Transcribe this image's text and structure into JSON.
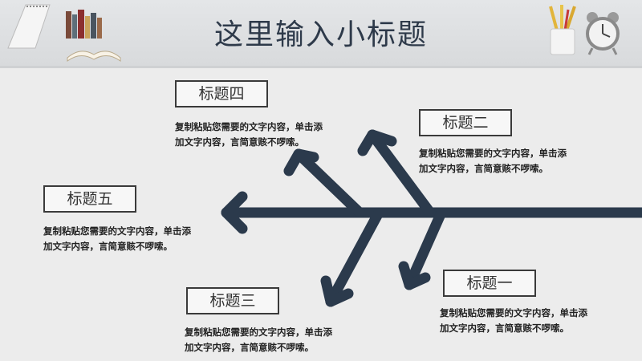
{
  "page": {
    "title": "这里输入小标题"
  },
  "topics": [
    {
      "id": "topic-1",
      "heading": "标题一",
      "text_line1": "复制粘贴您需要的文字内容，单击添",
      "text_line2": "加文字内容，言简意赅不啰嗦。"
    },
    {
      "id": "topic-2",
      "heading": "标题二",
      "text_line1": "复制粘贴您需要的文字内容，单击添",
      "text_line2": "加文字内容，言简意赅不啰嗦。"
    },
    {
      "id": "topic-3",
      "heading": "标题三",
      "text_line1": "复制粘贴您需要的文字内容，单击添",
      "text_line2": "加文字内容，言简意赅不啰嗦。"
    },
    {
      "id": "topic-4",
      "heading": "标题四",
      "text_line1": "复制粘贴您需要的文字内容，单击添",
      "text_line2": "加文字内容，言简意赅不啰嗦。"
    },
    {
      "id": "topic-5",
      "heading": "标题五",
      "text_line1": "复制粘贴您需要的文字内容，单击添",
      "text_line2": "加文字内容，言简意赅不啰嗦。"
    }
  ],
  "colors": {
    "arrow": "#2b3a4c",
    "box_border": "#3a3a3a",
    "title": "#2e3a4a"
  },
  "icons": [
    "calendar-icon",
    "books-icon",
    "open-book-icon",
    "pencil-cup-icon",
    "alarm-clock-icon"
  ]
}
